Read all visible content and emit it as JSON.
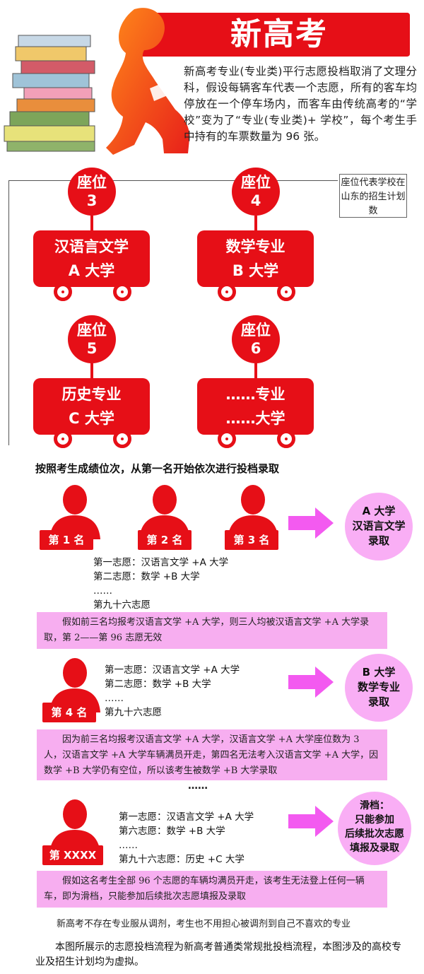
{
  "header": {
    "title": "新高考",
    "intro": "新高考专业(专业类)平行志愿投档取消了文理分科，假设每辆客车代表一个志愿，所有的客车均停放在一个停车场内，而客车由传统高考的“学校”变为了“专业(专业类)+ 学校”，每个考生手中持有的车票数量为 96 张。"
  },
  "legend_note": "座位代表学校在山东的招生计划数",
  "seats": [
    {
      "label": "座位",
      "number": "3",
      "bus_line1": "汉语言文学",
      "bus_line2": "A 大学"
    },
    {
      "label": "座位",
      "number": "4",
      "bus_line1": "数学专业",
      "bus_line2": "B 大学"
    },
    {
      "label": "座位",
      "number": "5",
      "bus_line1": "历史专业",
      "bus_line2": "C 大学"
    },
    {
      "label": "座位",
      "number": "6",
      "bus_line1": "……专业",
      "bus_line2": "……大学"
    }
  ],
  "section_heading": "按照考生成绩位次，从第一名开始依次进行投档录取",
  "case1": {
    "ranks": [
      "第 1 名",
      "第 2 名",
      "第 3 名"
    ],
    "choices": [
      "第一志愿：汉语言文学 +A 大学",
      "第二志愿：数学 +B 大学",
      "……",
      "第九十六志愿"
    ],
    "result": [
      "A 大学",
      "汉语言文学",
      "录取"
    ],
    "explanation": "假如前三名均报考汉语言文学 +A 大学，则三人均被汉语言文学 +A 大学录取，第 2——第 96 志愿无效"
  },
  "case2": {
    "rank": "第 4 名",
    "choices": [
      "第一志愿：汉语言文学 +A 大学",
      "第二志愿：数学 +B 大学",
      "……",
      "第九十六志愿"
    ],
    "result": [
      "B 大学",
      "数学专业",
      "录取"
    ],
    "explanation": "因为前三名均报考汉语言文学 +A 大学，汉语言文学 +A 大学座位数为 3 人，汉语言文学 +A 大学车辆满员开走，第四名无法考入汉语言文学 +A 大学，因数学 +B 大学仍有空位，所以该考生被数学 +B 大学录取"
  },
  "ellipsis": "……",
  "case3": {
    "rank": "第 XXXX 名",
    "choices": [
      "第一志愿：汉语言文学 +A 大学",
      "第六志愿：数学 +B 大学",
      "……",
      "第九十六志愿：历史 +C 大学"
    ],
    "result": [
      "滑档：",
      "只能参加",
      "后续批次志愿",
      "填报及录取"
    ],
    "explanation": "假如这名考生全部 96 个志愿的车辆均满员开走，该考生无法登上任何一辆车，即为滑档，只能参加后续批次志愿填报及录取"
  },
  "footer_note": "新高考不存在专业服从调剂，考生也不用担心被调剂到自己不喜欢的专业",
  "footer_disclaimer": "本图所展示的志愿投档流程为新高考普通类常规批投档流程，本图涉及的高校专业及招生计划均为虚拟。",
  "colors": {
    "primary_red": "#e60f17",
    "pink": "#f7aef0",
    "arrow_pink": "#f35af0"
  }
}
